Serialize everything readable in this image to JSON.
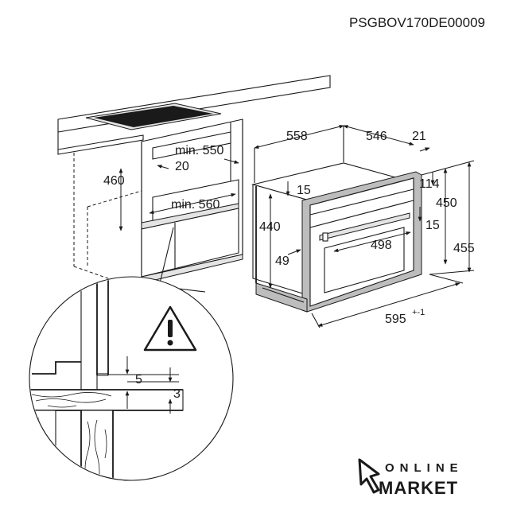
{
  "model_code": "PSGBOV170DE00009",
  "logo": {
    "line1": "ONLINE",
    "line2": "MARKET"
  },
  "dimensions": {
    "d460": "460",
    "min550": "min. 550",
    "d20": "20",
    "min560": "min. 560",
    "d558": "558",
    "d546": "546",
    "d21": "21",
    "d15a": "15",
    "d114": "114",
    "d450": "450",
    "d440": "440",
    "d15b": "15",
    "d498": "498",
    "d49": "49",
    "d455": "455",
    "d595": "595",
    "d595_tol": "+-1",
    "d5": "5",
    "d3": "3"
  },
  "icons": {
    "warning": "warning-triangle-icon",
    "cursor": "cursor-arrow-icon"
  }
}
